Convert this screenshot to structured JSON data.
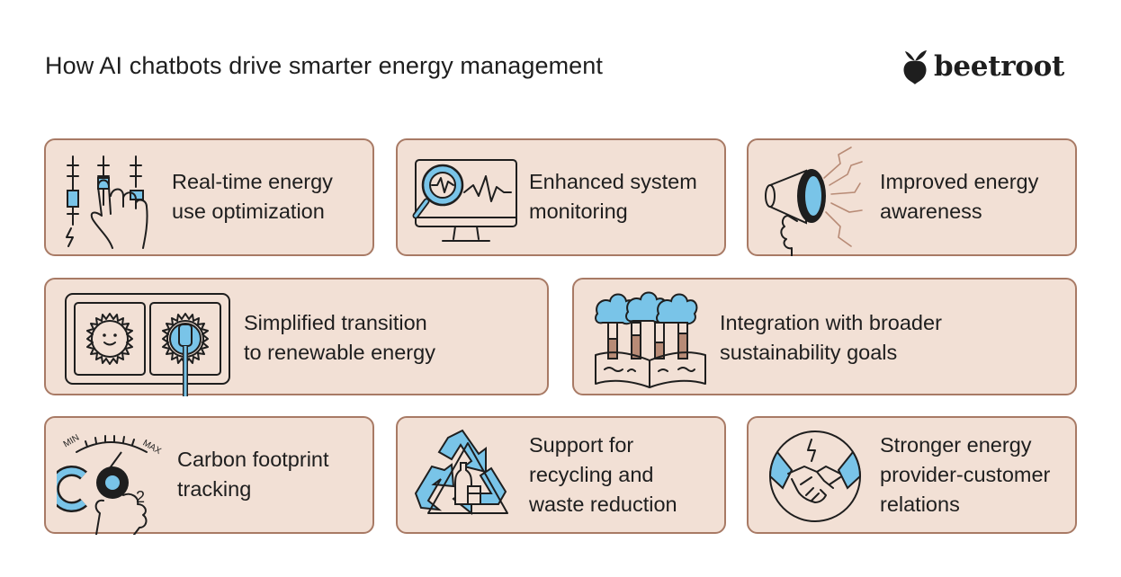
{
  "page": {
    "title": "How AI chatbots drive smarter energy management",
    "brand": "beetroot"
  },
  "cards": [
    {
      "label": "Real-time energy\nuse optimization",
      "icon": "sliders-hand-icon"
    },
    {
      "label": "Enhanced system\nmonitoring",
      "icon": "monitor-magnifier-icon"
    },
    {
      "label": "Improved energy\nawareness",
      "icon": "megaphone-icon"
    },
    {
      "label": "Simplified transition\nto renewable energy",
      "icon": "sun-socket-icon"
    },
    {
      "label": "Integration with broader\nsustainability goals",
      "icon": "trees-book-icon"
    },
    {
      "label": "Carbon footprint\ntracking",
      "icon": "co2-dial-icon"
    },
    {
      "label": "Support for\nrecycling and\nwaste reduction",
      "icon": "recycle-icon"
    },
    {
      "label": "Stronger energy\nprovider-customer\nrelations",
      "icon": "handshake-icon"
    }
  ],
  "dial": {
    "min": "MIN",
    "max": "MAX"
  },
  "colors": {
    "card_bg": "#f2e0d5",
    "card_border": "#a87a65",
    "accent_blue": "#79c4e8",
    "accent_brown": "#b88b76"
  }
}
